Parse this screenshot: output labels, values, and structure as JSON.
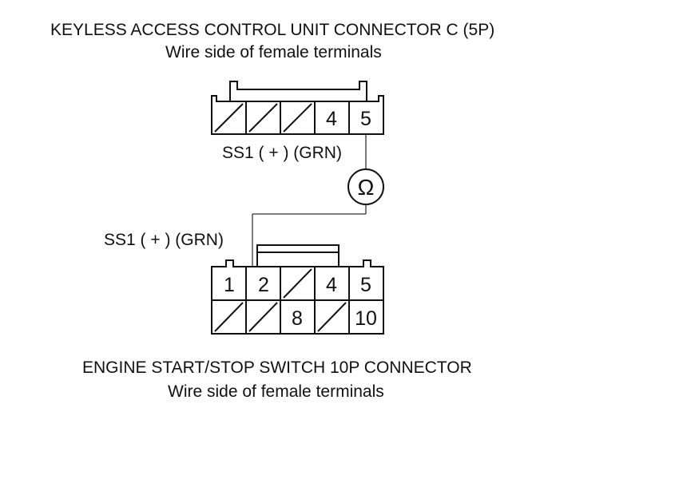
{
  "top_connector": {
    "title": "KEYLESS ACCESS CONTROL UNIT CONNECTOR C (5P)",
    "subtitle": "Wire side of female terminals",
    "terminals": [
      "",
      "",
      "",
      "4",
      "5"
    ]
  },
  "bottom_connector": {
    "title": "ENGINE START/STOP SWITCH 10P CONNECTOR",
    "subtitle": "Wire side of female terminals",
    "row1": [
      "1",
      "2",
      "",
      "4",
      "5"
    ],
    "row2": [
      "",
      "",
      "8",
      "",
      "10"
    ]
  },
  "wire_labels": {
    "top": "SS1 ( + ) (GRN)",
    "bottom": "SS1 ( + ) (GRN)"
  },
  "meter": {
    "symbol": "Ω",
    "icon": "ohmmeter-icon"
  }
}
